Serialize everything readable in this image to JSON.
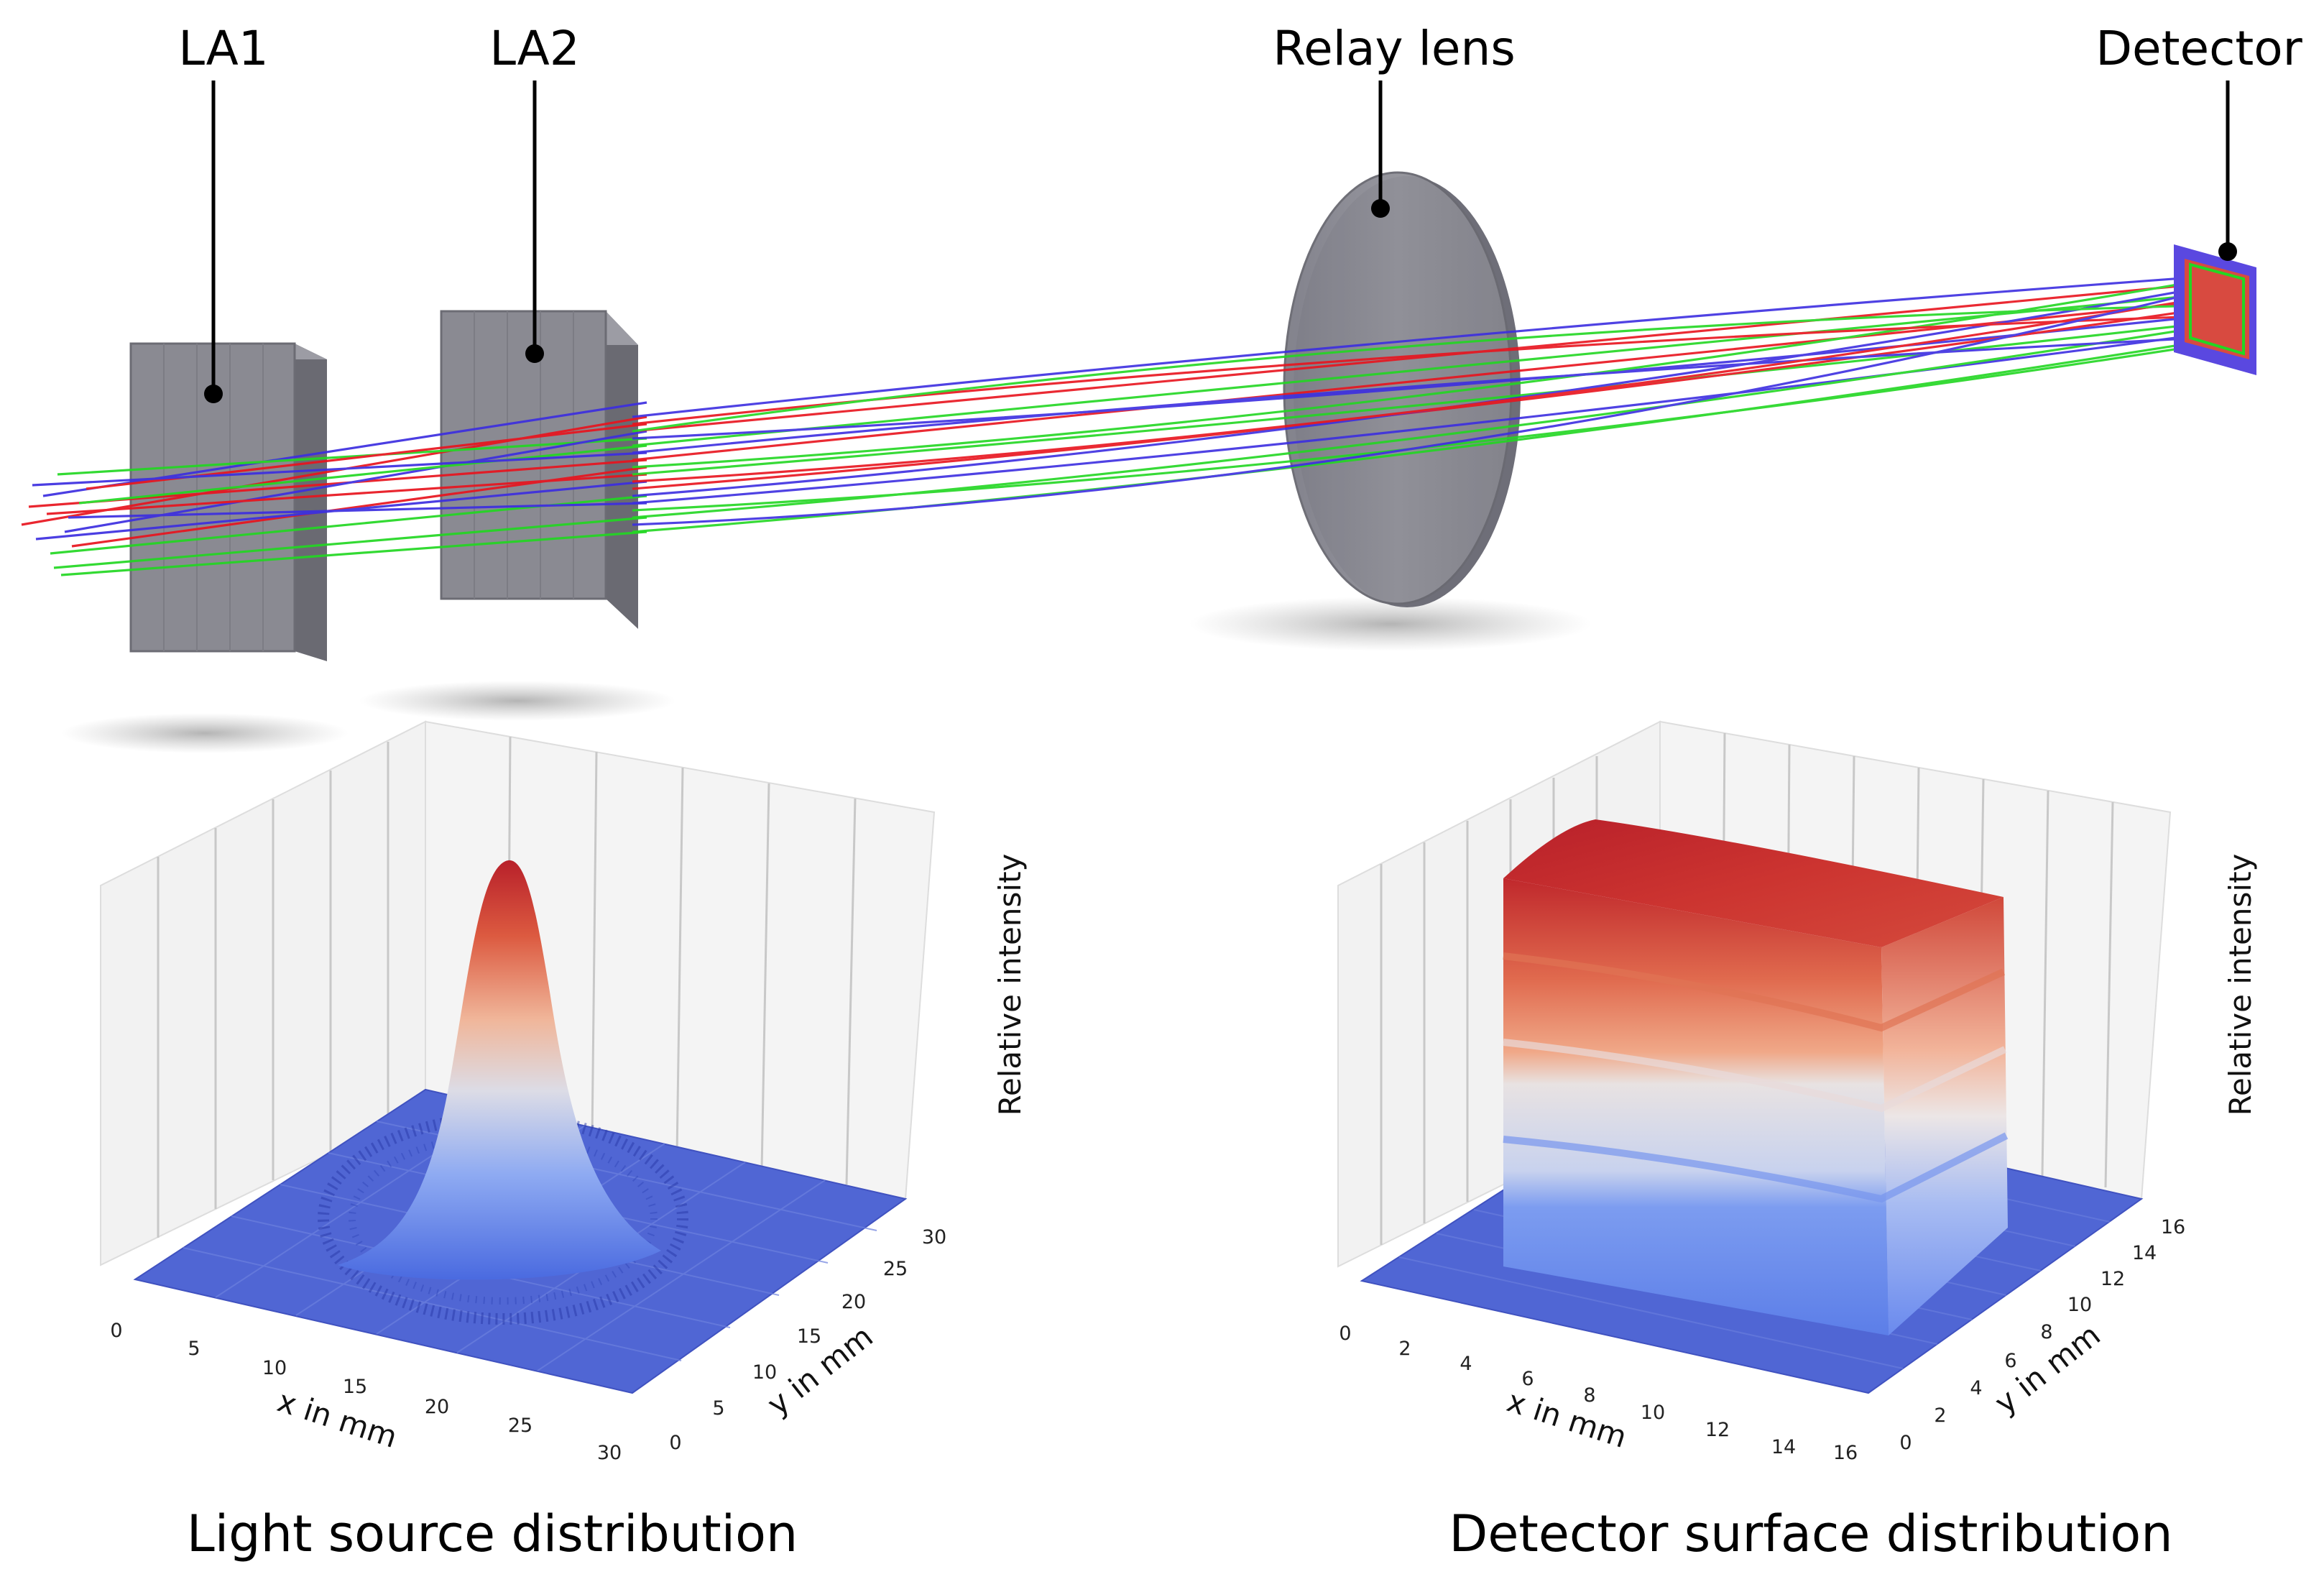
{
  "labels": {
    "la1": "LA1",
    "la2": "LA2",
    "relay": "Relay lens",
    "detector": "Detector"
  },
  "captions": {
    "left": "Light source distribution",
    "right": "Detector surface distribution"
  },
  "plots": {
    "left": {
      "xlabel": "x in mm",
      "ylabel": "y in mm",
      "zlabel": "Relative intensity",
      "xticks": [
        "0",
        "5",
        "10",
        "15",
        "20",
        "25",
        "30"
      ],
      "yticks": [
        "0",
        "5",
        "10",
        "15",
        "20",
        "25",
        "30"
      ]
    },
    "right": {
      "xlabel": "x in mm",
      "ylabel": "y in mm",
      "zlabel": "Relative intensity",
      "xticks": [
        "0",
        "2",
        "4",
        "6",
        "8",
        "10",
        "12",
        "14",
        "16"
      ],
      "yticks": [
        "0",
        "2",
        "4",
        "6",
        "8",
        "10",
        "12",
        "14",
        "16"
      ]
    }
  },
  "colors": {
    "ray_red": "#e8141e",
    "ray_green": "#22d722",
    "ray_blue": "#3c2ee0",
    "lens_gray": "#8c8c94",
    "floor_blue": "#5066d4",
    "peak_red": "#c0282c",
    "mid_white": "#e6e2e2",
    "low_blue": "#6c8ef0"
  }
}
